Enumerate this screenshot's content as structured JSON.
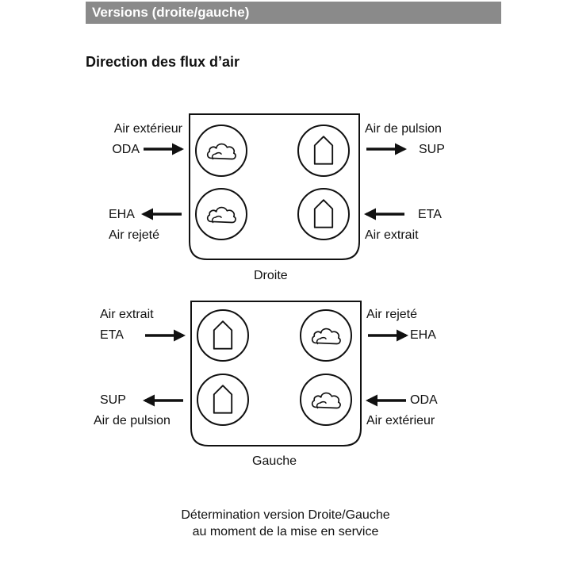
{
  "header": {
    "title": "Versions (droite/gauche)"
  },
  "section_title": "Direction des flux d’air",
  "droite": {
    "label": "Droite",
    "top_left": {
      "name": "Air extérieur",
      "code": "ODA"
    },
    "top_right": {
      "name": "Air de pulsion",
      "code": "SUP"
    },
    "bottom_left": {
      "name": "Air rejeté",
      "code": "EHA"
    },
    "bottom_right": {
      "name": "Air extrait",
      "code": "ETA"
    }
  },
  "gauche": {
    "label": "Gauche",
    "top_left": {
      "name": "Air extrait",
      "code": "ETA"
    },
    "top_right": {
      "name": "Air rejeté",
      "code": "EHA"
    },
    "bottom_left": {
      "name": "Air de pulsion",
      "code": "SUP"
    },
    "bottom_right": {
      "name": "Air extérieur",
      "code": "ODA"
    }
  },
  "footer": {
    "line1": "Détermination version Droite/Gauche",
    "line2": "au moment de la mise en service"
  }
}
